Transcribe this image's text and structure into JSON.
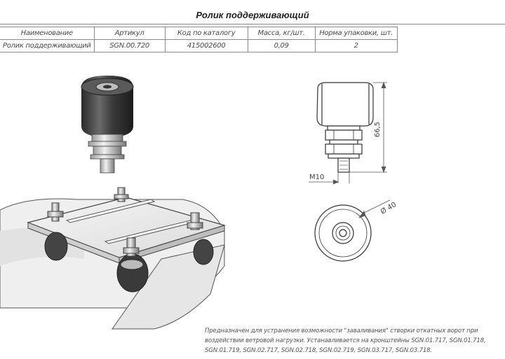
{
  "title": "Ролик поддерживающий",
  "table": {
    "headers": [
      "Наименование",
      "Артикул",
      "Код по каталогу",
      "Масса, кг/шт.",
      "Норма упаковки, шт."
    ],
    "row": [
      "Ролик поддерживающий",
      "SGN.00.720",
      "415002600",
      "0,09",
      "2"
    ]
  },
  "dimensions": {
    "height": "66,5",
    "thread": "M10",
    "diameter": "Ø 40"
  },
  "description": "Предназначен для устранения возможности \"заваливания\" створки откатных ворот при воздействии ветровой нагрузки. Устанавливается на кронштейны SGN.01.717, SGN.01.718, SGN.01.719, SGN.02.717, SGN.02.718, SGN.02.719, SGN.03.717, SGN.03.718."
}
